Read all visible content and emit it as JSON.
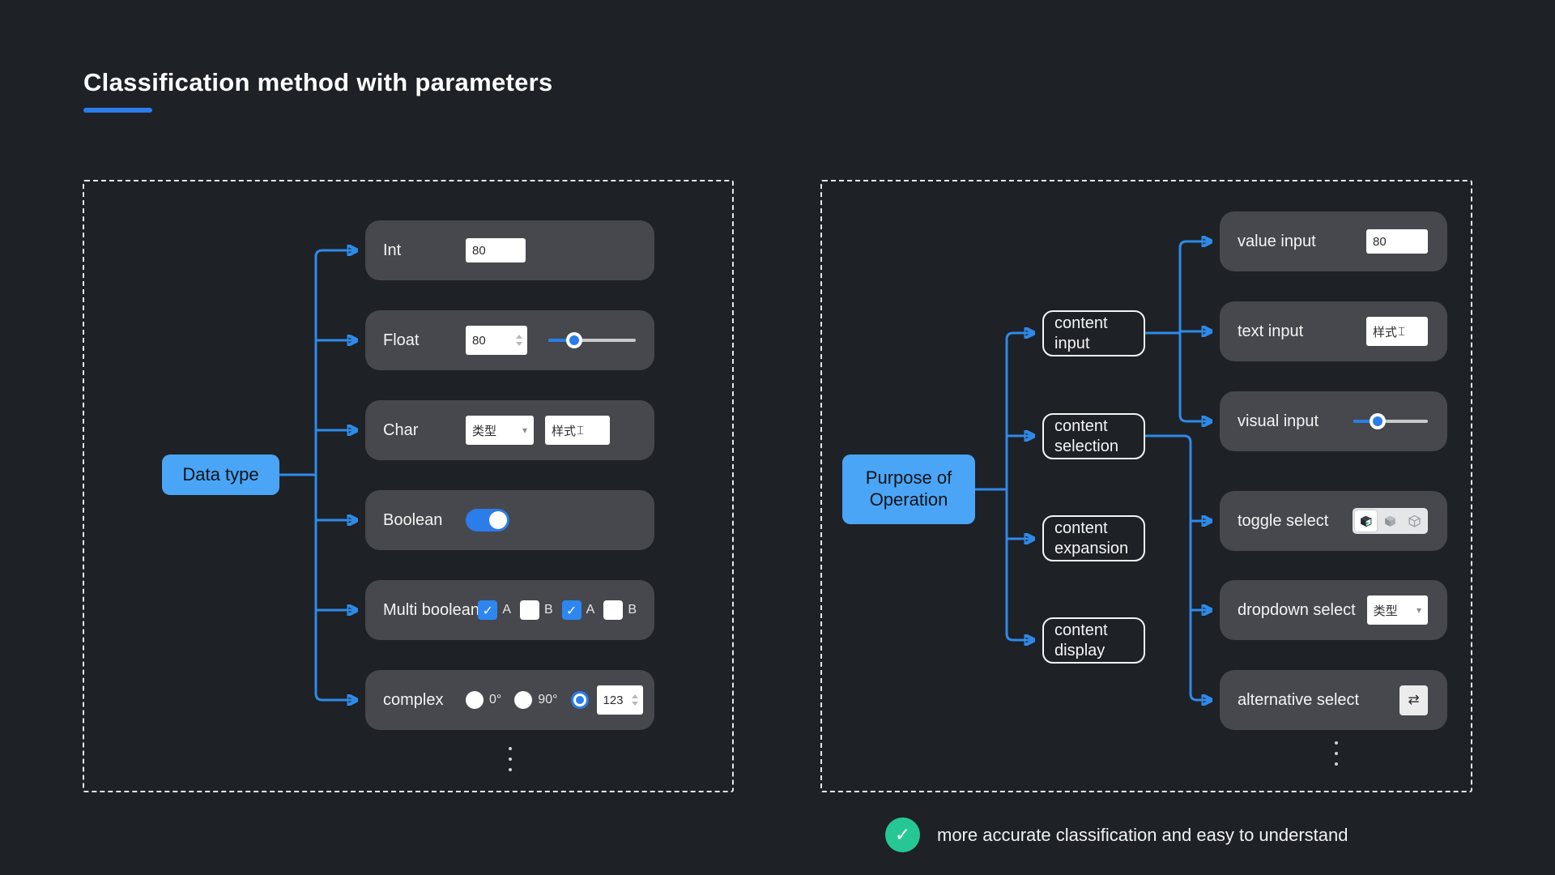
{
  "title": "Classification method with parameters",
  "icons": {
    "check": "✓",
    "caret_down": "▾",
    "swap": "⇄",
    "text_cursor": "⌶"
  },
  "colors": {
    "background": "#1e2126",
    "row_bg": "#46484d",
    "accent_blue": "#2b7de9",
    "node_blue": "#4aa5f6",
    "connector_blue": "#2e8ae8",
    "green": "#27c795"
  },
  "left": {
    "root": "Data type",
    "rows": [
      {
        "label": "Int",
        "value": "80"
      },
      {
        "label": "Float",
        "value": "80"
      },
      {
        "label": "Char",
        "select": "类型",
        "text": "样式"
      },
      {
        "label": "Boolean",
        "toggle": "on"
      },
      {
        "label": "Multi boolean",
        "checks": [
          {
            "label": "A",
            "checked": true
          },
          {
            "label": "B",
            "checked": false
          },
          {
            "label": "A",
            "checked": true
          },
          {
            "label": "B",
            "checked": false
          }
        ]
      },
      {
        "label": "complex",
        "radios": [
          {
            "label": "0°"
          },
          {
            "label": "90°"
          }
        ],
        "value": "123"
      }
    ]
  },
  "right": {
    "root": "Purpose of Operation",
    "mid": [
      {
        "label": "content input"
      },
      {
        "label": "content selection"
      },
      {
        "label": "content expansion"
      },
      {
        "label": "content display"
      }
    ],
    "rows": [
      {
        "label": "value input",
        "value": "80"
      },
      {
        "label": "text input",
        "text": "样式"
      },
      {
        "label": "visual input"
      },
      {
        "label": "toggle select"
      },
      {
        "label": "dropdown select",
        "select": "类型"
      },
      {
        "label": "alternative select"
      }
    ]
  },
  "footer": {
    "note": "more accurate classification and easy to understand"
  }
}
